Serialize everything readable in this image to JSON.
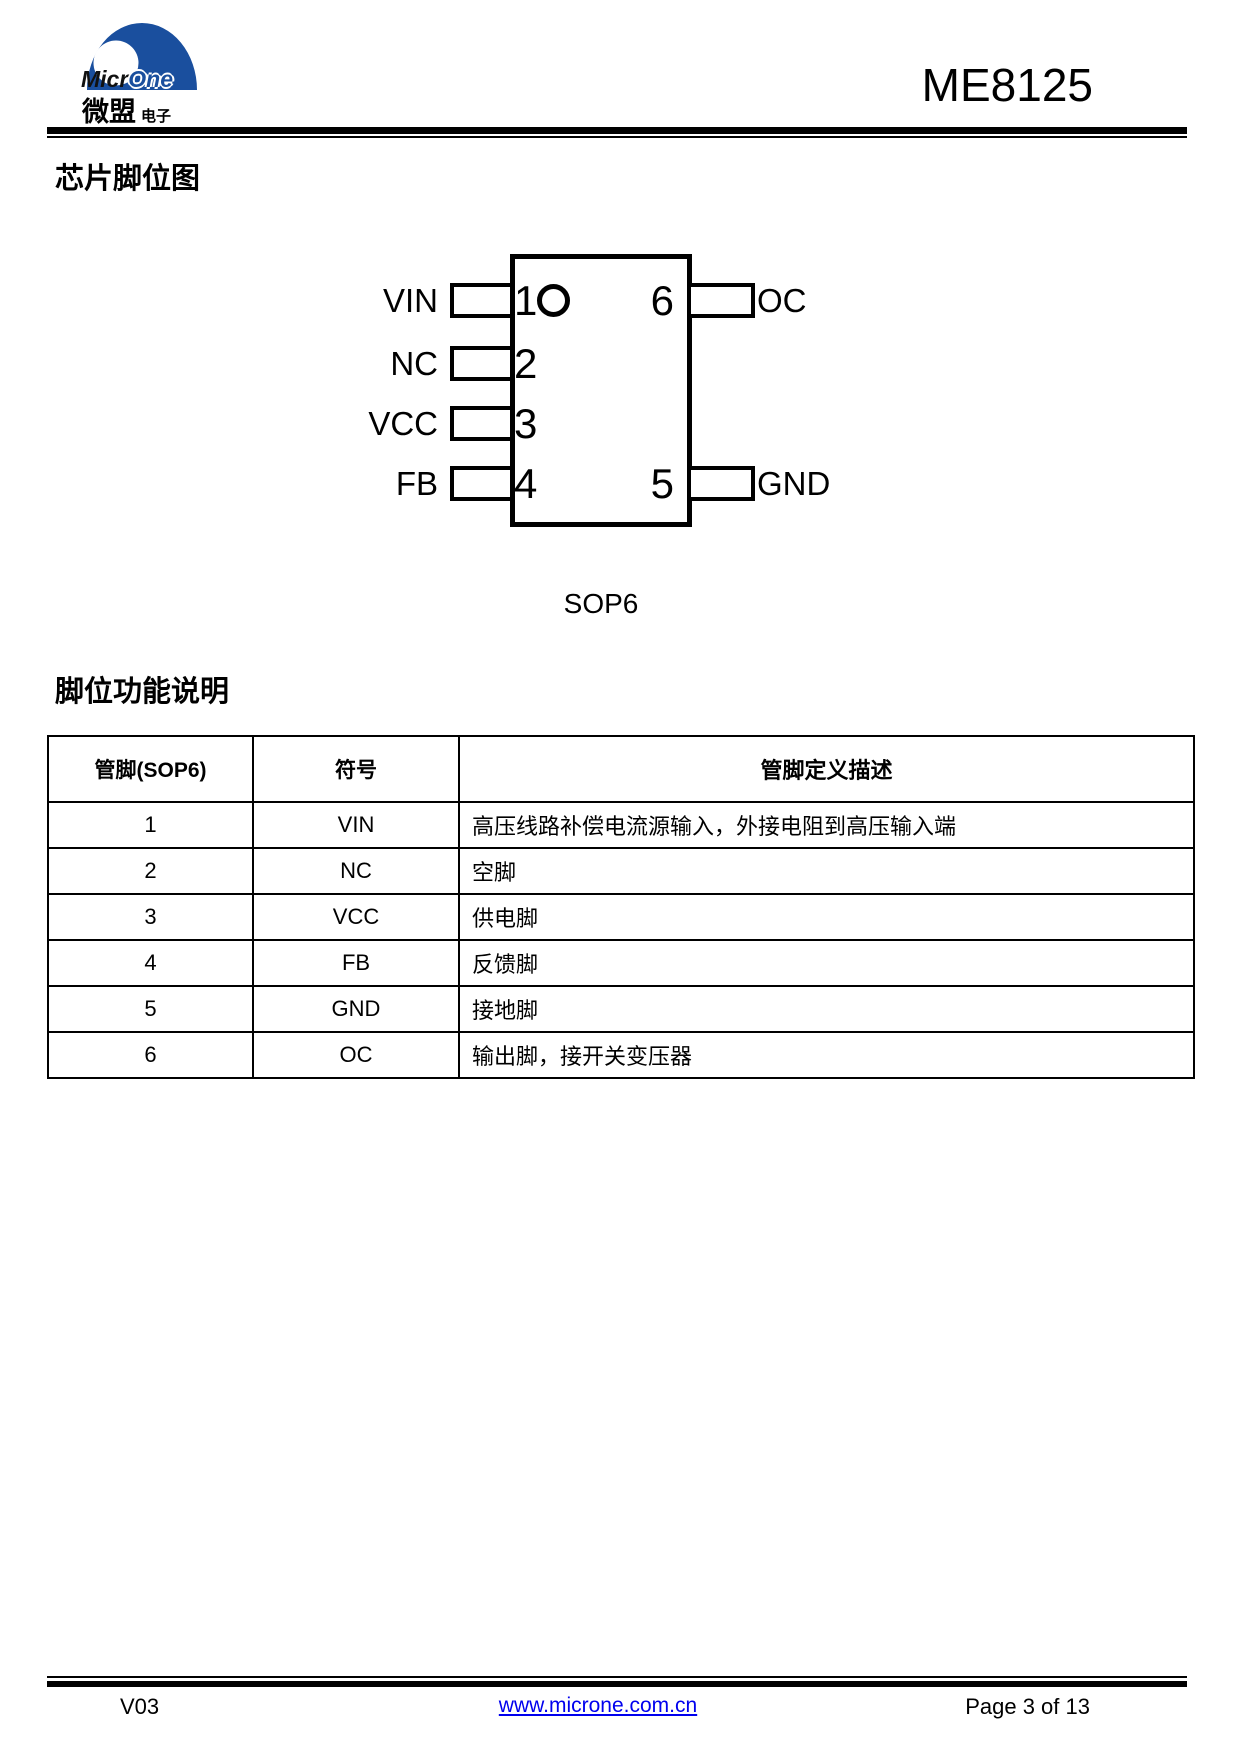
{
  "colors": {
    "brand_blue": "#1a4f9e",
    "link_blue": "#0000ee",
    "text": "#000000"
  },
  "header": {
    "brand": {
      "latin_black": "Micr",
      "latin_blue": "One",
      "cn_large": "微盟",
      "cn_small": "电子"
    },
    "title": "ME8125"
  },
  "sections": {
    "pinout_heading": "芯片脚位图",
    "package_label": "SOP6",
    "pin_function_heading": "脚位功能说明"
  },
  "chip": {
    "left_pins": [
      {
        "num": "1",
        "label": "VIN"
      },
      {
        "num": "2",
        "label": "NC"
      },
      {
        "num": "3",
        "label": "VCC"
      },
      {
        "num": "4",
        "label": "FB"
      }
    ],
    "right_pins": [
      {
        "num": "6",
        "label": "OC"
      },
      {
        "num": "5",
        "label": "GND"
      }
    ]
  },
  "table": {
    "headers": [
      "管脚(SOP6)",
      "符号",
      "管脚定义描述"
    ],
    "rows": [
      [
        "1",
        "VIN",
        "高压线路补偿电流源输入，外接电阻到高压输入端"
      ],
      [
        "2",
        "NC",
        "空脚"
      ],
      [
        "3",
        "VCC",
        "供电脚"
      ],
      [
        "4",
        "FB",
        "反馈脚"
      ],
      [
        "5",
        "GND",
        "接地脚"
      ],
      [
        "6",
        "OC",
        "输出脚，接开关变压器"
      ]
    ]
  },
  "footer": {
    "version": "V03",
    "website": "www.microne.com.cn",
    "page": "Page 3 of 13"
  }
}
